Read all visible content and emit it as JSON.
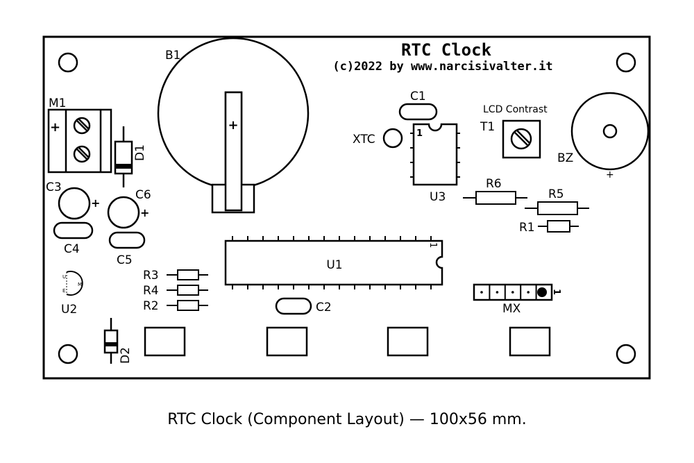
{
  "board": {
    "title": "RTC Clock",
    "credit": "(c)2022 by www.narcisivalter.it",
    "caption": "RTC Clock (Component Layout) — 100x56 mm."
  },
  "labels": {
    "b1": "B1",
    "b1_plus": "+",
    "m1": "M1",
    "m1_plus": "+",
    "d1": "D1",
    "d2": "D2",
    "c1": "C1",
    "c2": "C2",
    "c3": "C3",
    "c4": "C4",
    "c5": "C5",
    "c6": "C6",
    "c3_plus": "+",
    "c6_plus": "+",
    "xtc": "XTC",
    "u1": "U1",
    "u1_pin1": "1",
    "u2": "U2",
    "u2_pin_u": "U",
    "u2_pin_m": "M",
    "u2_pin_e": "E",
    "u3": "U3",
    "u3_pin1": "1",
    "t1": "T1",
    "lcd_contrast": "LCD Contrast",
    "bz": "BZ",
    "bz_plus": "+",
    "r1": "R1",
    "r2": "R2",
    "r3": "R3",
    "r4": "R4",
    "r5": "R5",
    "r6": "R6",
    "mx": "MX",
    "mx_pin1": "1"
  }
}
